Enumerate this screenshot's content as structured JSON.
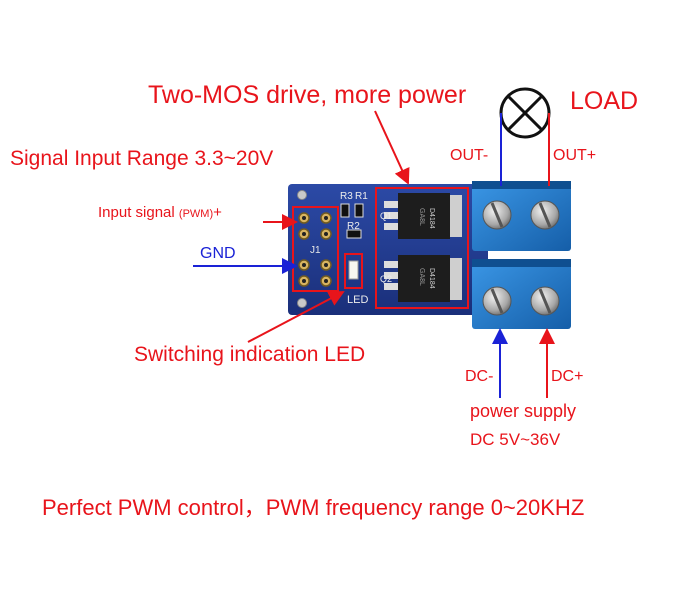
{
  "labels": {
    "title_mos": "Two-MOS drive, more power",
    "load": "LOAD",
    "signal_range": "Signal Input Range  3.3~20V",
    "input_signal_main": "Input signal",
    "input_signal_pwm": "(PWM)",
    "input_signal_plus": "+",
    "gnd": "GND",
    "led": "Switching indication LED",
    "out_minus": "OUT-",
    "out_plus": "OUT+",
    "dc_minus": "DC-",
    "dc_plus": "DC+",
    "power_supply": "power supply",
    "dc_range": "DC 5V~36V",
    "footer": "Perfect PWM control，PWM frequency range 0~20KHZ"
  },
  "silkscreen": {
    "r3": "R3",
    "r1": "R1",
    "r2": "R2",
    "q1": "Q1",
    "q2": "Q2",
    "led": "LED",
    "j1": "J1",
    "chip_code": "D4184",
    "chip_lot": "GA8L"
  },
  "colors": {
    "annotation_red": "#e8141b",
    "annotation_blue": "#1a22d6",
    "pcb_blue": "#1f3a8f",
    "terminal_blue": "#1f78c8"
  }
}
